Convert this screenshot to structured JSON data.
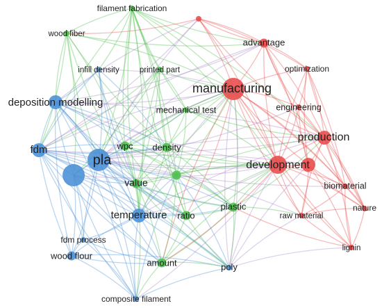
{
  "colors": {
    "blue": "#4a90d6",
    "green": "#4cbf4c",
    "red": "#e84a4a",
    "purple": "#a78ac9"
  },
  "nodes": [
    {
      "id": "filament_fabrication",
      "label": "filament fabrication",
      "cluster": "green",
      "weight": 1
    },
    {
      "id": "wood_fiber",
      "label": "wood fiber",
      "cluster": "green",
      "weight": 1
    },
    {
      "id": "infill_density",
      "label": "infill density",
      "cluster": "blue",
      "weight": 1
    },
    {
      "id": "printed_part",
      "label": "printed part",
      "cluster": "green",
      "weight": 1
    },
    {
      "id": "deposition_modelling",
      "label": "deposition modelling",
      "cluster": "blue",
      "weight": 3
    },
    {
      "id": "mechanical_test",
      "label": "mechanical test",
      "cluster": "green",
      "weight": 1
    },
    {
      "id": "fdm",
      "label": "fdm",
      "cluster": "blue",
      "weight": 3
    },
    {
      "id": "pla",
      "label": "pla",
      "cluster": "blue",
      "weight": 5
    },
    {
      "id": "wpc",
      "label": "wpc",
      "cluster": "green",
      "weight": 2
    },
    {
      "id": "density",
      "label": "density",
      "cluster": "green",
      "weight": 2
    },
    {
      "id": "value",
      "label": "value",
      "cluster": "green",
      "weight": 2
    },
    {
      "id": "temperature",
      "label": "temperature",
      "cluster": "blue",
      "weight": 3
    },
    {
      "id": "ratio",
      "label": "ratio",
      "cluster": "green",
      "weight": 2
    },
    {
      "id": "plastic",
      "label": "plastic",
      "cluster": "green",
      "weight": 2
    },
    {
      "id": "fdm_process",
      "label": "fdm process",
      "cluster": "blue",
      "weight": 1
    },
    {
      "id": "wood_flour",
      "label": "wood flour",
      "cluster": "blue",
      "weight": 2
    },
    {
      "id": "amount",
      "label": "amount",
      "cluster": "green",
      "weight": 2
    },
    {
      "id": "poly",
      "label": "poly",
      "cluster": "blue",
      "weight": 1
    },
    {
      "id": "composite_filament",
      "label": "composite filament",
      "cluster": "blue",
      "weight": 1
    },
    {
      "id": "advantage",
      "label": "advantage",
      "cluster": "red",
      "weight": 2
    },
    {
      "id": "optimization",
      "label": "optimization",
      "cluster": "red",
      "weight": 1
    },
    {
      "id": "manufacturing",
      "label": "manufacturing",
      "cluster": "red",
      "weight": 5
    },
    {
      "id": "engineering",
      "label": "engineering",
      "cluster": "red",
      "weight": 1
    },
    {
      "id": "production",
      "label": "production",
      "cluster": "red",
      "weight": 3
    },
    {
      "id": "development",
      "label": "development",
      "cluster": "red",
      "weight": 4
    },
    {
      "id": "biomaterial",
      "label": "biomaterial",
      "cluster": "red",
      "weight": 1
    },
    {
      "id": "raw_material",
      "label": "raw material",
      "cluster": "red",
      "weight": 1
    },
    {
      "id": "nature",
      "label": "nature",
      "cluster": "red",
      "weight": 1
    },
    {
      "id": "lignin",
      "label": "lignin",
      "cluster": "red",
      "weight": 1
    },
    {
      "id": "blue_hub",
      "label": "",
      "cluster": "blue",
      "weight": 5
    },
    {
      "id": "green_hub",
      "label": "",
      "cluster": "green",
      "weight": 2
    },
    {
      "id": "red_top",
      "label": "",
      "cluster": "red",
      "weight": 1
    },
    {
      "id": "red_hub",
      "label": "",
      "cluster": "red",
      "weight": 3
    }
  ]
}
